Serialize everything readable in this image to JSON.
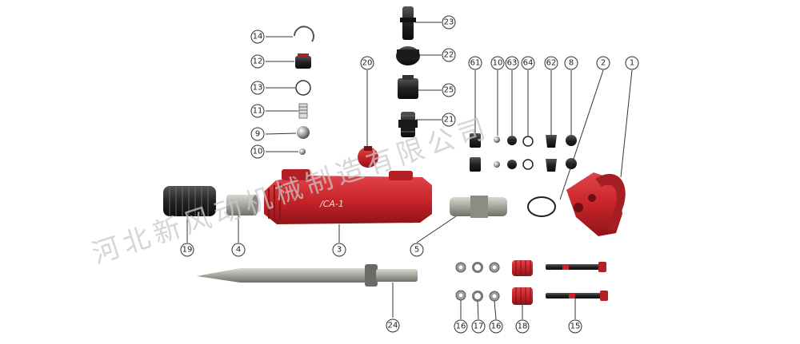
{
  "diagram": {
    "watermark": "河北新风动机械制造有限公司",
    "body_marking": "/CA-1",
    "callouts": {
      "c1": "1",
      "c2": "2",
      "c3": "3",
      "c4": "4",
      "c5": "5",
      "c8": "8",
      "c9": "9",
      "c10a": "10",
      "c10b": "10",
      "c11": "11",
      "c12": "12",
      "c13": "13",
      "c14": "14",
      "c15": "15",
      "c16a": "16",
      "c16b": "16",
      "c17": "17",
      "c18": "18",
      "c19": "19",
      "c20": "20",
      "c21": "21",
      "c22": "22",
      "c23": "23",
      "c24": "24",
      "c25": "25",
      "c61": "61",
      "c62": "62",
      "c63": "63",
      "c64": "64"
    },
    "colors": {
      "red": "#c8242b",
      "dark": "#1e1e1e",
      "steel": "#9a9a92",
      "line": "#333333"
    }
  }
}
